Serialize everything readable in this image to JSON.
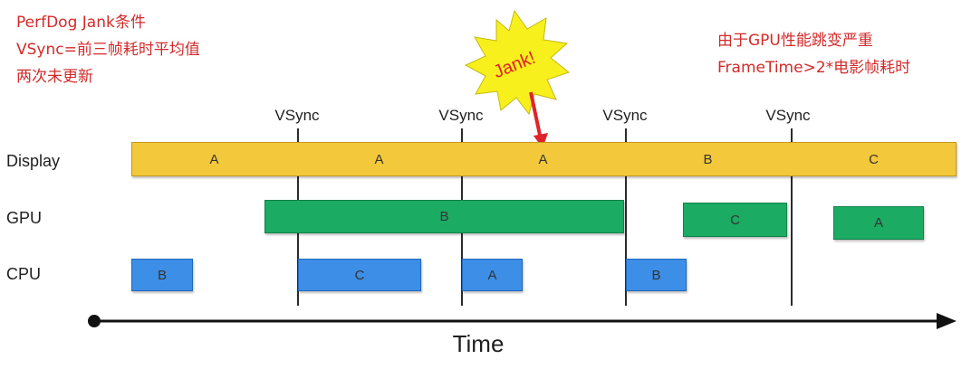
{
  "notes": {
    "top_left": [
      "PerfDog Jank条件",
      "VSync=前三帧耗时平均值",
      "两次未更新"
    ],
    "top_right": [
      "由于GPU性能跳变严重",
      "FrameTime>2*电影帧耗时"
    ]
  },
  "burst": {
    "label": "Jank!"
  },
  "vsync": {
    "label": "VSync",
    "count": 4
  },
  "rows": {
    "display": "Display",
    "gpu": "GPU",
    "cpu": "CPU"
  },
  "display_frames": [
    "A",
    "A",
    "A",
    "B",
    "C"
  ],
  "gpu_frames": [
    "B",
    "C",
    "A"
  ],
  "cpu_frames": [
    "B",
    "C",
    "A",
    "B"
  ],
  "axis": {
    "label": "Time"
  },
  "colors": {
    "note_text": "#d32a2a",
    "display": "#f3c93b",
    "gpu": "#1cab63",
    "cpu": "#3c8ee6",
    "burst": "#f7f01c",
    "burst_text": "#e0222b",
    "arrow": "#e0222b"
  }
}
